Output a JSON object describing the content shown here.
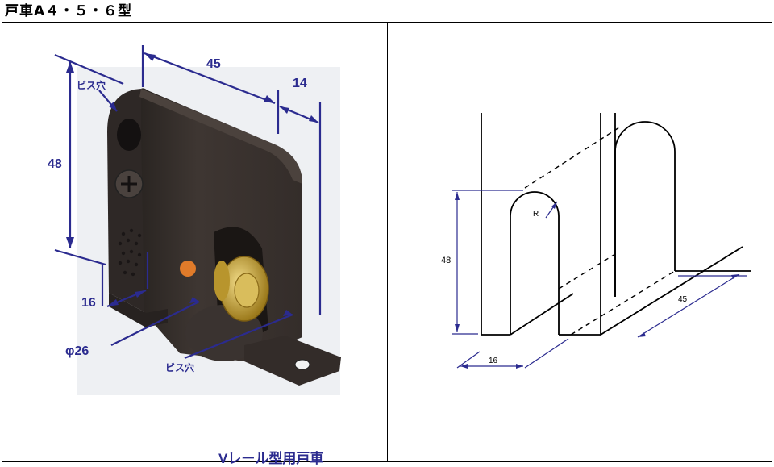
{
  "title": "戸車A４・５・６型",
  "photo": {
    "caption": "Vレール型用戸車",
    "dims": {
      "width": "45",
      "thickness": "14",
      "height": "48",
      "base": "16",
      "wheel": "φ26"
    },
    "labels": {
      "screw_hole_top": "ビス穴",
      "screw_hole_bottom": "ビス穴"
    }
  },
  "drawing": {
    "dims": {
      "height": "48",
      "width": "16",
      "length": "45",
      "radius": "R"
    }
  },
  "colors": {
    "dimension": "#2b2b8f",
    "body": "#3c3430",
    "brass": "#c8a23a",
    "orange": "#e07b2a"
  }
}
